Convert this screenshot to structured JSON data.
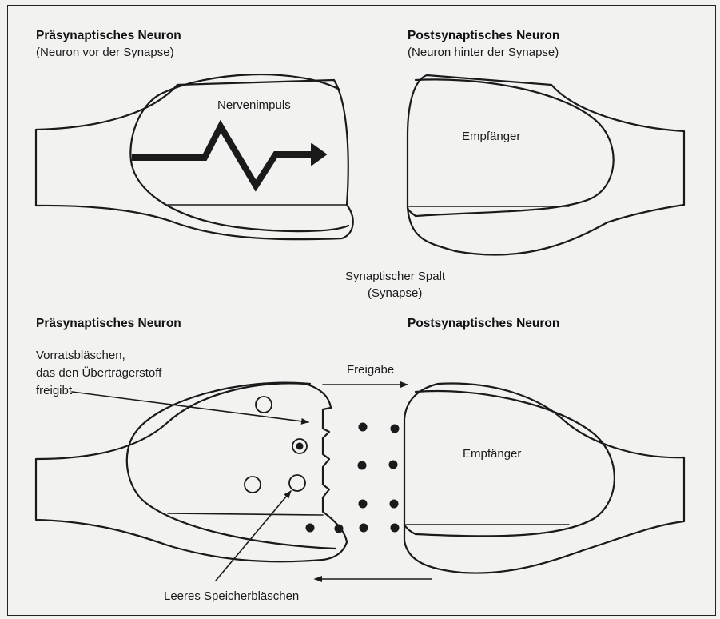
{
  "top": {
    "pre_title": "Präsynaptisches Neuron",
    "pre_subtitle": "(Neuron vor der Synapse)",
    "post_title": "Postsynaptisches Neuron",
    "post_subtitle": "(Neuron hinter der Synapse)",
    "impulse_label": "Nervenimpuls",
    "receiver_label": "Empfänger",
    "gap_label_line1": "Synaptischer Spalt",
    "gap_label_line2": "(Synapse)"
  },
  "bottom": {
    "pre_title": "Präsynaptisches Neuron",
    "post_title": "Postsynaptisches Neuron",
    "vesicle_label_line1": "Vorratsbläschen,",
    "vesicle_label_line2": "das den Überträgerstoff",
    "vesicle_label_line3": "freigibt",
    "release_label": "Freigabe",
    "receiver_label": "Empfänger",
    "empty_vesicle_label": "Leeres Speicherbläschen"
  },
  "colors": {
    "background": "#f2f2f1",
    "ink": "#1a1a1a"
  }
}
